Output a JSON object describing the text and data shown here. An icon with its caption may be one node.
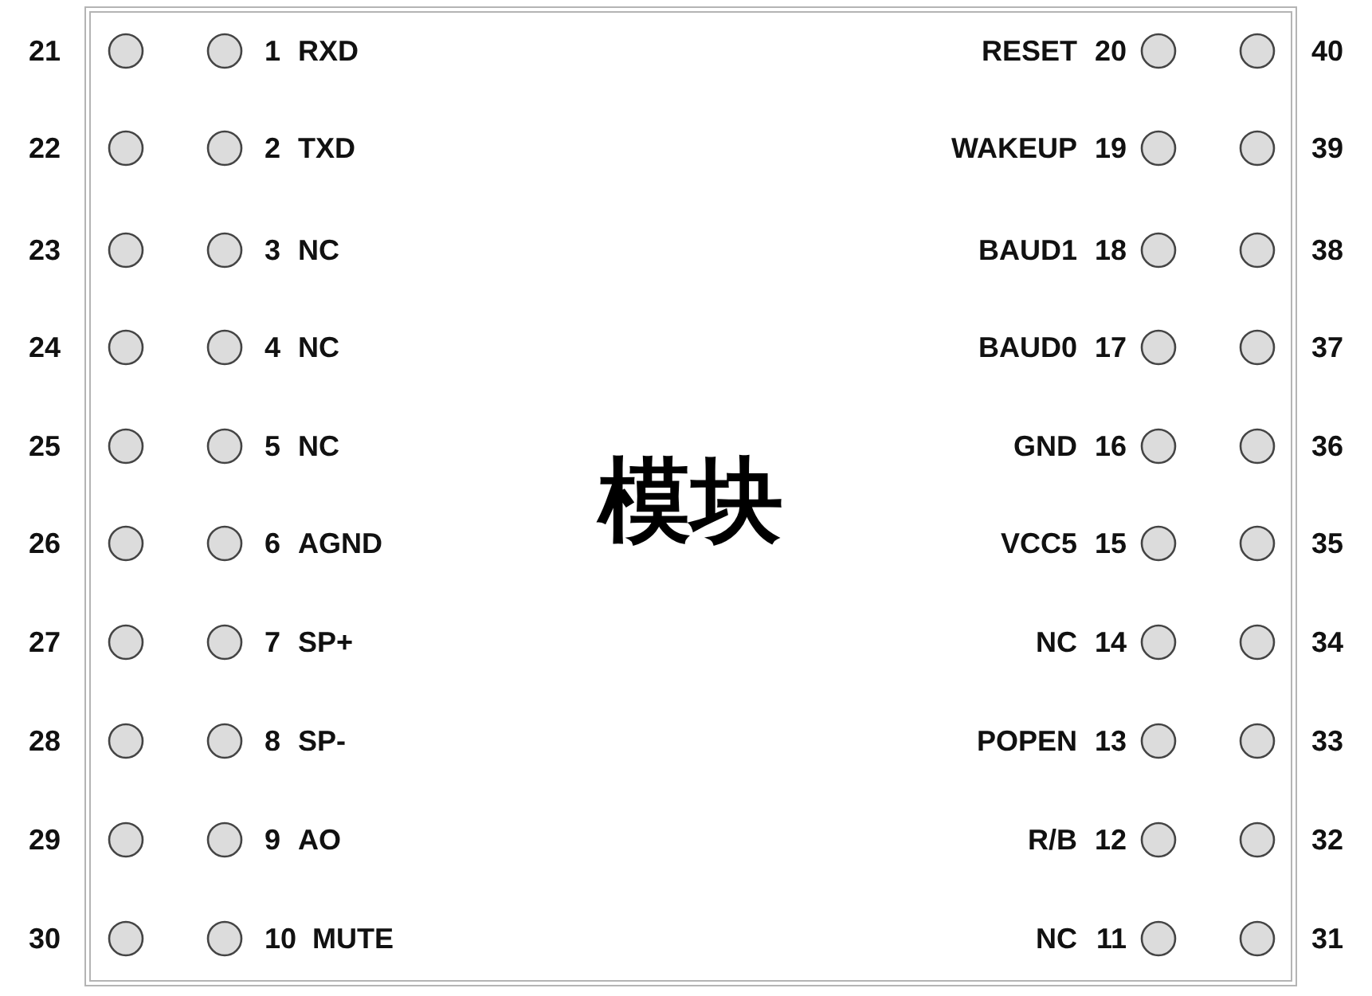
{
  "diagram": {
    "nodes": [
      {
        "text": [
          "模块"
        ]
      }
    ],
    "labels": [
      "21",
      "1",
      "RXD",
      "RESET",
      "20",
      "40",
      "22",
      "2",
      "TXD",
      "WAKEUP",
      "19",
      "39",
      "23",
      "3",
      "NC",
      "BAUD1",
      "18",
      "38",
      "24",
      "4",
      "NC",
      "BAUD0",
      "17",
      "37",
      "25",
      "5",
      "NC",
      "GND",
      "16",
      "36",
      "26",
      "6",
      "AGND",
      "VCC5",
      "15",
      "35",
      "27",
      "7",
      "SP+",
      "NC",
      "14",
      "34",
      "28",
      "8",
      "SP-",
      "POPEN",
      "13",
      "33",
      "29",
      "9",
      "AO",
      "R/B",
      "12",
      "32",
      "30",
      "10",
      "MUTE",
      "NC",
      "11",
      "31"
    ]
  }
}
